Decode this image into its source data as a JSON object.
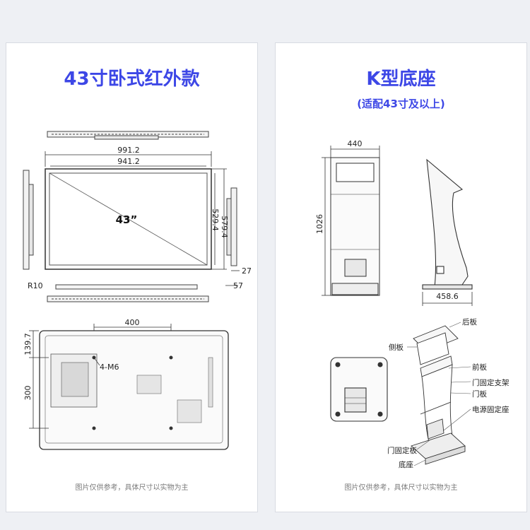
{
  "left_panel": {
    "title": "43寸卧式红外款",
    "dims": {
      "outer_width": "991.2",
      "inner_width": "941.2",
      "screen_size": "43”",
      "inner_height": "529.4",
      "outer_height": "579.4",
      "corner_radius": "R10",
      "side_depth": "27",
      "side_total_depth": "57",
      "vesa_horizontal": "400",
      "vesa_top_offset": "139.7",
      "vesa_vertical": "300",
      "mount_screws": "4-M6"
    },
    "footnote": "图片仅供参考，具体尺寸以实物为主"
  },
  "right_panel": {
    "title": "K型底座",
    "subtitle": "(适配43寸及以上)",
    "dims": {
      "width": "440",
      "height": "1026",
      "base_depth": "458.6"
    },
    "parts": {
      "back_panel": "后板",
      "side_panel": "侧板",
      "front_panel": "前板",
      "door_bracket": "门固定支架",
      "door_panel": "门板",
      "power_mount": "电源固定座",
      "door_fix_panel": "门固定板",
      "base": "底座"
    },
    "footnote": "图片仅供参考，具体尺寸以实物为主"
  },
  "colors": {
    "title_blue": "#3d47e6",
    "line": "#333333",
    "background": "#eef0f4"
  }
}
